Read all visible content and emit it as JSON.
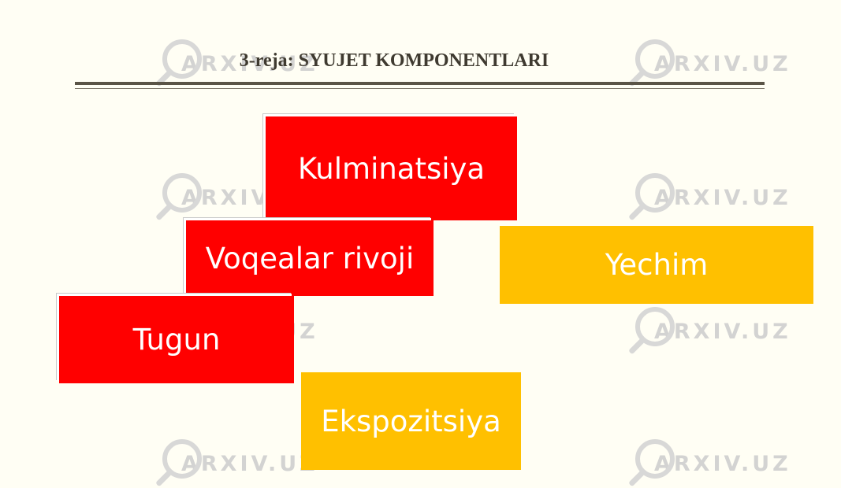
{
  "title": "3-reja: SYUJET KOMPONENTLARI",
  "watermark": {
    "text": "ARXIV.UZ",
    "icon": "magnifier-icon"
  },
  "colors": {
    "red": "#ff0000",
    "amber": "#ffc000",
    "background": "#fffef4"
  },
  "components": {
    "kulminatsiya": "Kulminatsiya",
    "voqealar_rivoji": "Voqealar rivoji",
    "yechim": "Yechim",
    "tugun": "Tugun",
    "ekspozitsiya": "Ekspozitsiya"
  }
}
